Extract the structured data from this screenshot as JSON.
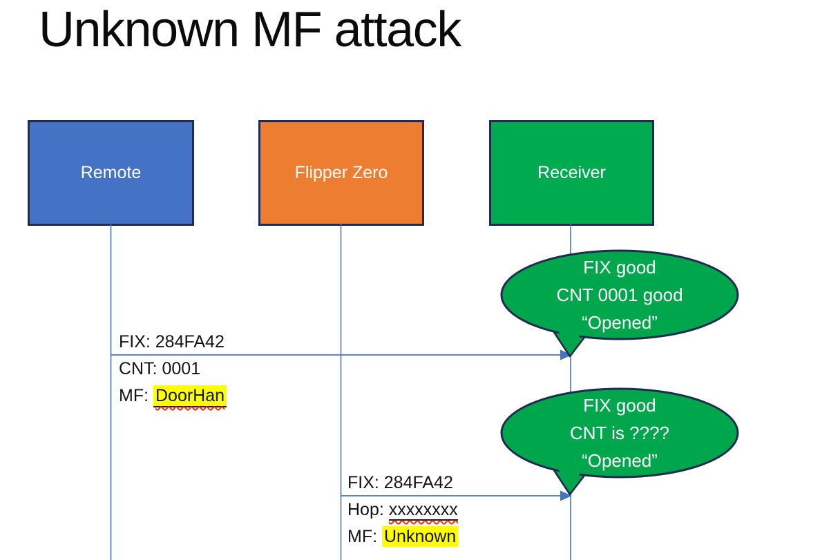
{
  "title": "Unknown MF attack",
  "colors": {
    "remote_fill": "#4472C4",
    "flipper_fill": "#ED7D31",
    "receiver_fill": "#00AB50",
    "callout_fill": "#00A64C",
    "outline": "#1F2B52",
    "connector_blue": "#4472C4",
    "highlight_yellow": "#FFFF00",
    "misspell_red": "#FF2A00"
  },
  "actors": [
    {
      "id": "remote",
      "label": "Remote"
    },
    {
      "id": "flipper",
      "label": "Flipper Zero"
    },
    {
      "id": "receiver",
      "label": "Receiver"
    }
  ],
  "messages": [
    {
      "from": "Remote",
      "to": "Receiver",
      "above": "FIX: 284FA42",
      "below": [
        {
          "prefix": "CNT: ",
          "value": "0001"
        },
        {
          "prefix": "MF: ",
          "value": "DoorHan"
        }
      ]
    },
    {
      "from": "Flipper Zero",
      "to": "Receiver",
      "above": "FIX: 284FA42",
      "below": [
        {
          "prefix": "Hop: ",
          "value": "xxxxxxxx"
        },
        {
          "prefix": "MF: ",
          "value": "Unknown"
        }
      ]
    }
  ],
  "callouts": [
    {
      "lines": [
        "FIX good",
        "CNT 0001 good",
        "“Opened”"
      ]
    },
    {
      "lines": [
        "FIX good",
        "CNT is ????",
        "“Opened”"
      ]
    }
  ]
}
